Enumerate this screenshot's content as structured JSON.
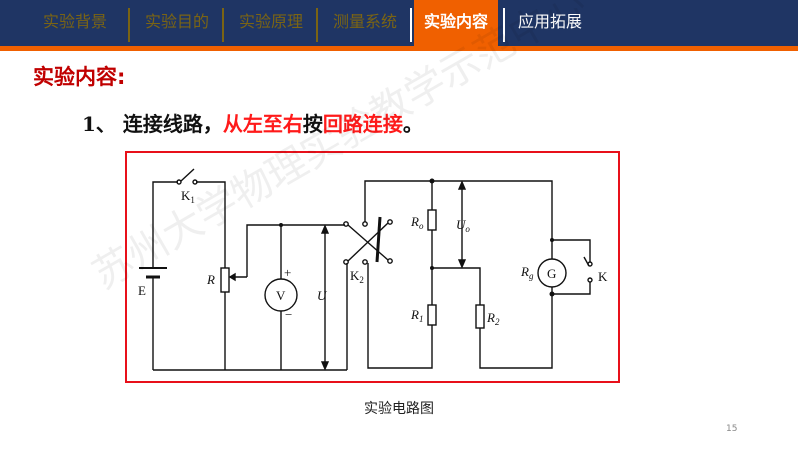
{
  "nav": {
    "tabs": [
      {
        "label": "实验背景"
      },
      {
        "label": "实验目的"
      },
      {
        "label": "实验原理"
      },
      {
        "label": "测量系统"
      },
      {
        "label": "实验内容",
        "active": true
      },
      {
        "label": "应用拓展"
      }
    ]
  },
  "section_title": "实验内容:",
  "step": {
    "number": "1、",
    "text1": "连接线路，",
    "red1": "从左至右",
    "text2": "按",
    "red2": "回路连接",
    "end": "。"
  },
  "circuit": {
    "labels": {
      "k1": "K",
      "k1sub": "1",
      "e": "E",
      "r": "R",
      "v": "V",
      "plus": "+",
      "minus": "−",
      "u": "U",
      "k2": "K",
      "k2sub": "2",
      "ro": "R",
      "rosub": "o",
      "uo": "U",
      "uosub": "o",
      "r1": "R",
      "r1sub": "1",
      "r2": "R",
      "r2sub": "2",
      "rg": "R",
      "rgsub": "g",
      "g": "G",
      "k": "K"
    }
  },
  "caption": "实验电路图",
  "page_number": "15",
  "watermark": "苏州大学物理实验教学示范中心",
  "colors": {
    "nav": "#1f3564",
    "accent": "#f06000",
    "title_red": "#c00000",
    "frame_red": "#e8101a"
  }
}
